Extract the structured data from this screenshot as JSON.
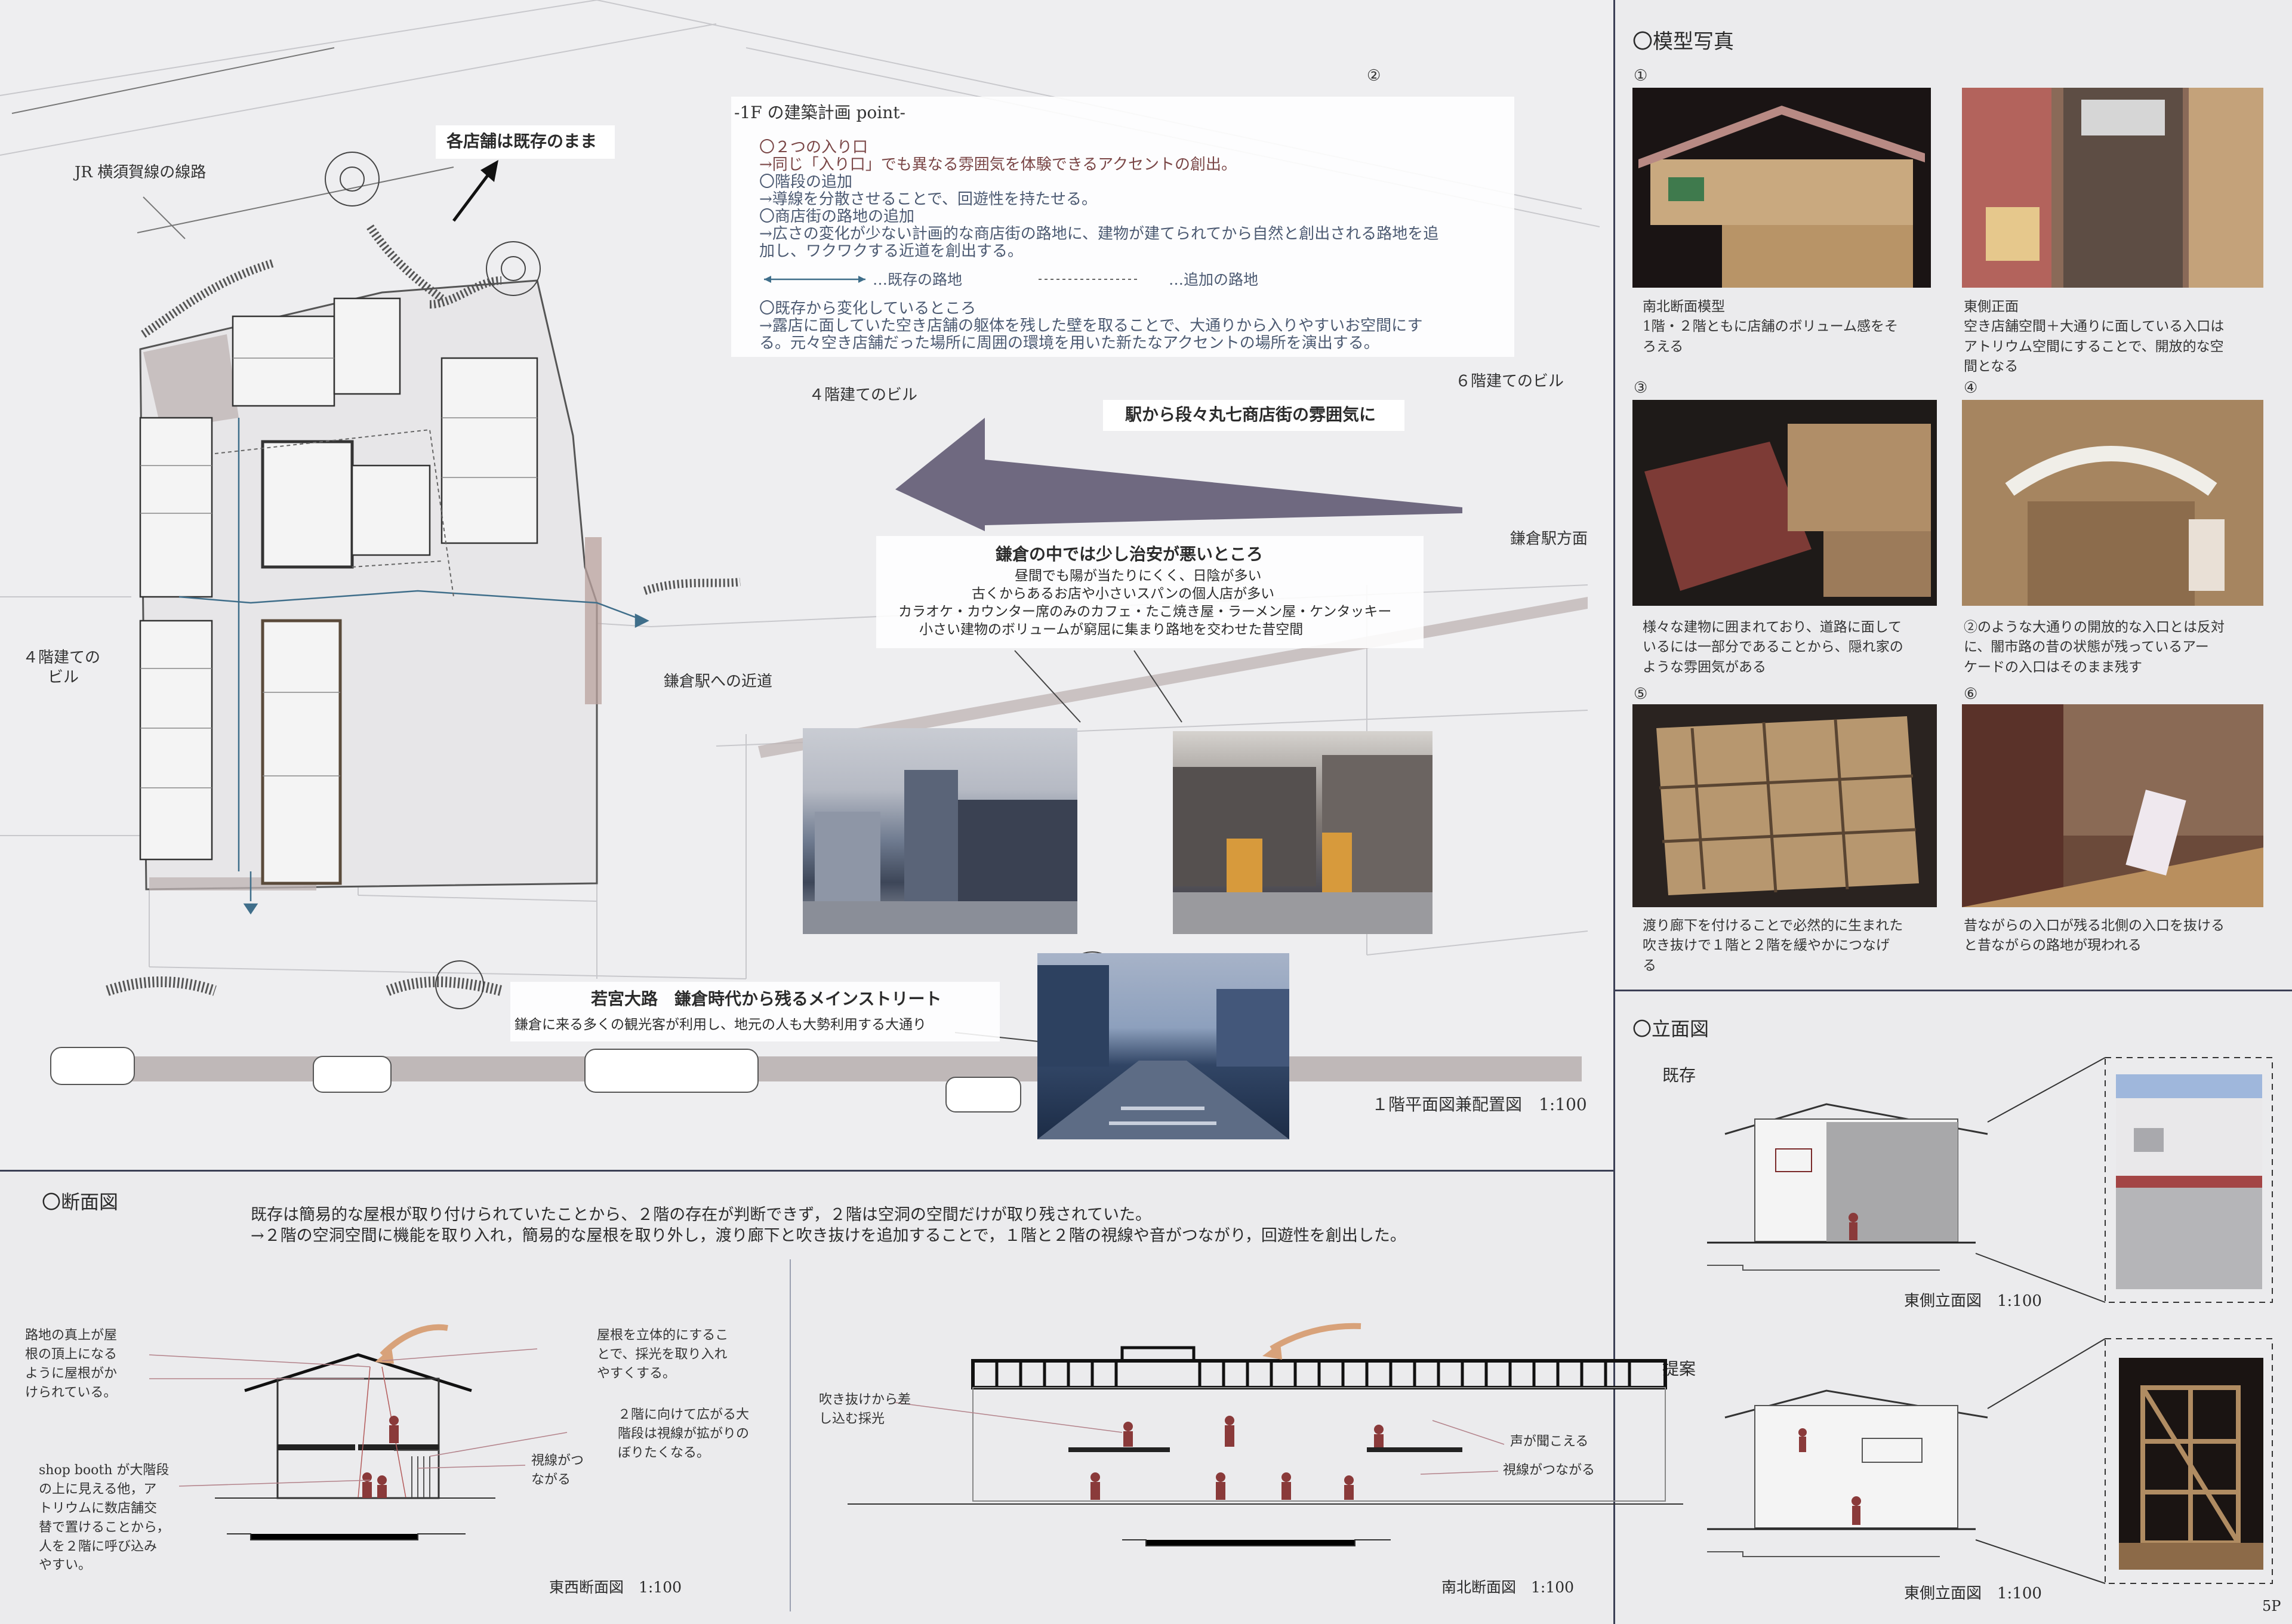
{
  "plan": {
    "annotations": {
      "jr_line": "JR 横須賀線の線路",
      "stores_existing": "各店舗は既存のまま",
      "bldg4_top": "４階建てのビル",
      "bldg6": "６階建てのビル",
      "bldg4_left_1": "４階建ての",
      "bldg4_left_2": "ビル",
      "station_dir": "鎌倉駅方面",
      "station_shortcut": "鎌倉駅への近道",
      "arrow_label": "駅から段々丸七商店街の雰囲気に",
      "scale": "１階平面図兼配置図　1:100"
    },
    "plan_box": {
      "title": "-1F の建築計画 point-",
      "lines": [
        "〇２つの入り口",
        "→同じ「入り口」でも異なる雰囲気を体験できるアクセントの創出。",
        "〇階段の追加",
        "→導線を分散させることで、回遊性を持たせる。",
        "〇商店街の路地の追加",
        "→広さの変化が少ない計画的な商店街の路地に、建物が建てられてから自然と創出される路地を追",
        "加し、ワクワクする近道を創出する。"
      ],
      "legend_existing": "…既存の路地",
      "legend_added": "…追加の路地",
      "lines2": [
        "〇既存から変化しているところ",
        "→露店に面していた空き店舗の躯体を残した壁を取ることで、大通りから入りやすいお空間にす",
        "る。元々空き店舗だった場所に周囲の環境を用いた新たなアクセントの場所を演出する。"
      ]
    },
    "safety_box": {
      "title": "鎌倉の中では少し治安が悪いところ",
      "lines": [
        "昼間でも陽が当たりにくく、日陰が多い",
        "古くからあるお店や小さいスパンの個人店が多い",
        "カラオケ・カウンター席のみのカフェ・たこ焼き屋・ラーメン屋・ケンタッキー",
        "小さい建物のボリュームが窮屈に集まり路地を交わせた昔空間"
      ]
    },
    "main_street": {
      "title": "若宮大路　鎌倉時代から残るメインストリート",
      "desc": "鎌倉に来る多くの観光客が利用し、地元の人も大勢利用する大通り"
    }
  },
  "models": {
    "title": "〇模型写真",
    "items": [
      {
        "num": "①",
        "caption": "南北断面模型\n1階・２階ともに店舗のボリューム感をそ\nろえる"
      },
      {
        "num": "②",
        "caption": "東側正面\n空き店舗空間＋大通りに面している入口は\nアトリウム空間にすることで、開放的な空\n間となる"
      },
      {
        "num": "③",
        "caption": "様々な建物に囲まれており、道路に面して\nいるには一部分であることから、隠れ家の\nような雰囲気がある"
      },
      {
        "num": "④",
        "caption": "②のような大通りの開放的な入口とは反対\nに、闇市路の昔の状態が残っているアー\nケードの入口はそのまま残す"
      },
      {
        "num": "⑤",
        "caption": "渡り廊下を付けることで必然的に生まれた\n吹き抜けで１階と２階を緩やかにつなげ\nる"
      },
      {
        "num": "⑥",
        "caption": "昔ながらの入口が残る北側の入口を抜ける\nと昔ながらの路地が現われる"
      }
    ]
  },
  "elevation": {
    "title": "〇立面図",
    "existing": "既存",
    "proposal": "提案",
    "scale1": "東側立面図　1:100",
    "scale2": "東側立面図　1:100"
  },
  "section": {
    "title": "〇断面図",
    "intro1": "既存は簡易的な屋根が取り付けられていたことから、２階の存在が判断できず，２階は空洞の空間だけが取り残されていた。",
    "intro2": "→２階の空洞空間に機能を取り入れ，簡易的な屋根を取り外し，渡り廊下と吹き抜けを追加することで，１階と２階の視線や音がつながり，回遊性を創出した。",
    "ew": {
      "note1": "路地の真上が屋\n根の頂上になる\nように屋根がか\nけられている。",
      "note2": "屋根を立体的にするこ\nとで、採光を取り入れ\nやすくする。",
      "note3": "２階に向けて広がる大\n階段は視線が拡がりの\nぼりたくなる。",
      "note4": "視線がつ\nながる",
      "note5": "shop booth が大階段\nの上に見える他，ア\nトリウムに数店舗交\n替で置けることから，\n人を２階に呼び込み\nやすい。",
      "scale": "東西断面図　1:100"
    },
    "ns": {
      "note1": "吹き抜けから差\nし込む採光",
      "note2": "声が聞こえる",
      "note3": "視線がつながる",
      "scale": "南北断面図　1:100"
    }
  },
  "page_number": "5P"
}
